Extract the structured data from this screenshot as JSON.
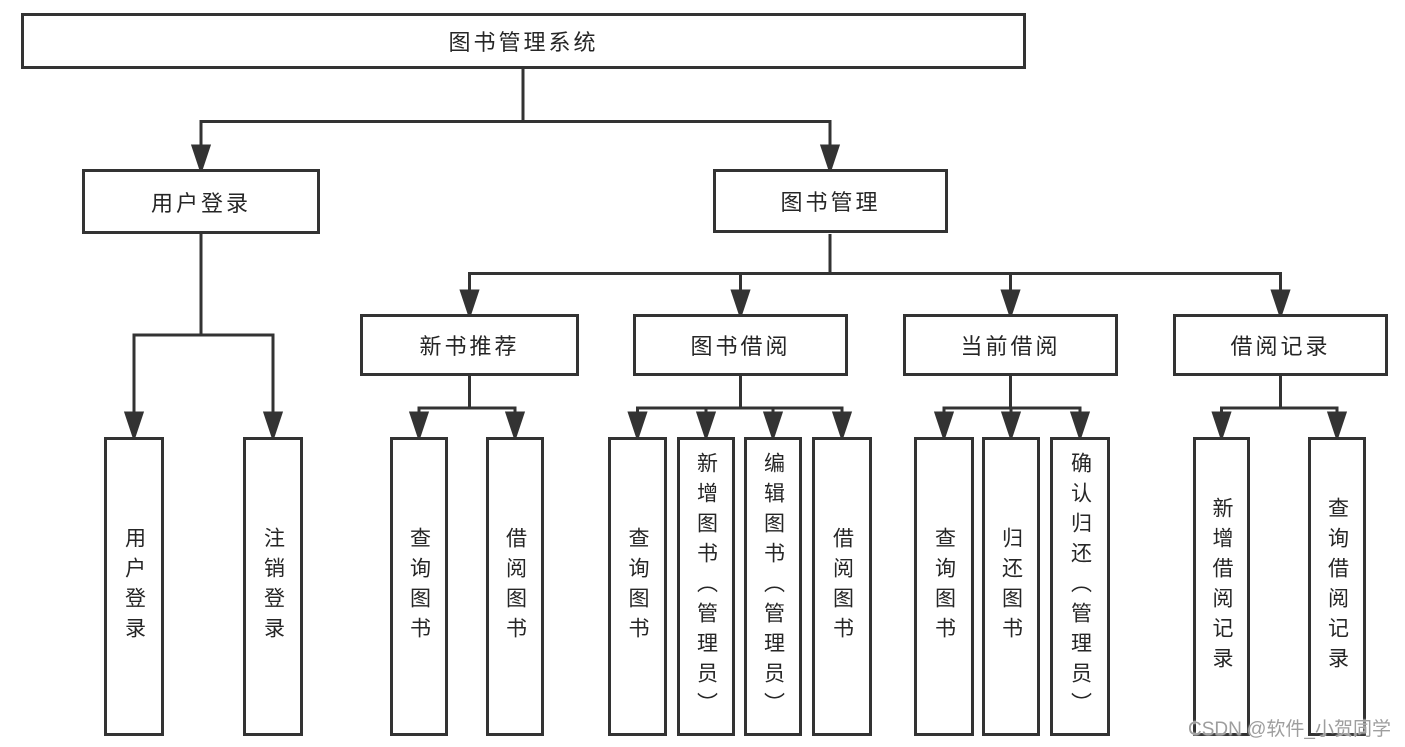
{
  "diagram": {
    "title": "图书管理系统",
    "branches": [
      {
        "label": "用户登录",
        "children": [
          "用户登录",
          "注销登录"
        ]
      },
      {
        "label": "图书管理",
        "children": [
          {
            "label": "新书推荐",
            "children": [
              "查询图书",
              "借阅图书"
            ]
          },
          {
            "label": "图书借阅",
            "children": [
              "查询图书",
              "新增图书（管理员）",
              "编辑图书（管理员）",
              "借阅图书"
            ]
          },
          {
            "label": "当前借阅",
            "children": [
              "查询图书",
              "归还图书",
              "确认归还（管理员）"
            ]
          },
          {
            "label": "借阅记录",
            "children": [
              "新增借阅记录",
              "查询借阅记录"
            ]
          }
        ]
      }
    ]
  },
  "colors": {
    "line": "#333333",
    "text": "#262626",
    "watermark": "#9e9e9e"
  },
  "watermark": {
    "text": "CSDN @软件_小贺同学"
  }
}
